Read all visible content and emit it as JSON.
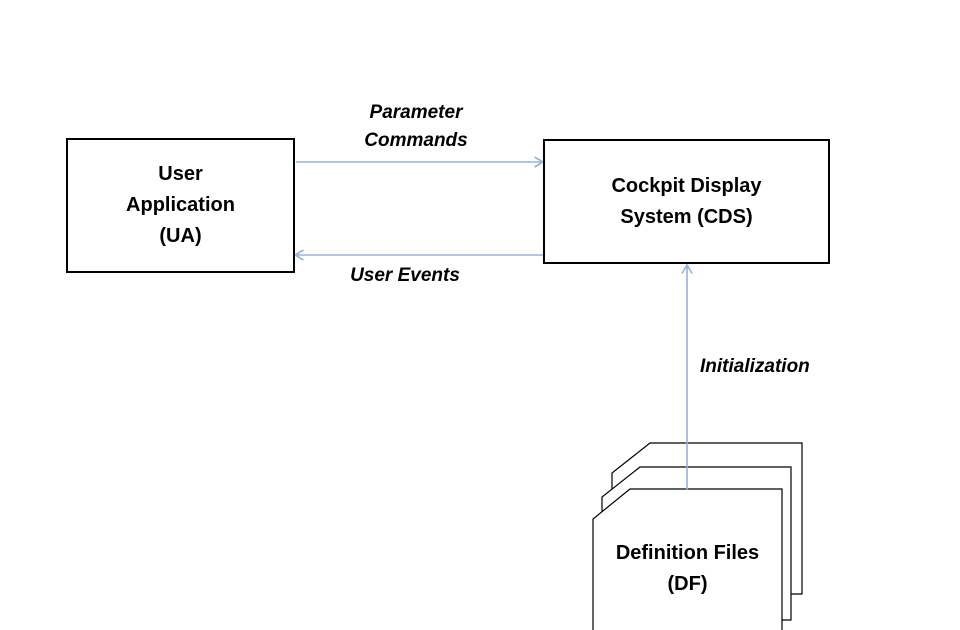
{
  "colors": {
    "background": "#FFFFFF",
    "node_border": "#000000",
    "node_text": "#000000",
    "arrow": "#95B3D7",
    "page_outline": "#000000"
  },
  "nodes": {
    "user_application": {
      "lines": [
        "User",
        "Application",
        "(UA)"
      ]
    },
    "cockpit_display_system": {
      "lines": [
        "Cockpit Display",
        "System (CDS)"
      ]
    },
    "definition_files": {
      "lines": [
        "Definition Files",
        "(DF)"
      ]
    }
  },
  "edges": {
    "parameter_commands": {
      "label_lines": [
        "Parameter",
        "Commands"
      ],
      "from": "User Application (UA)",
      "to": "Cockpit Display System (CDS)"
    },
    "user_events": {
      "label": "User Events",
      "from": "Cockpit Display System (CDS)",
      "to": "User Application (UA)"
    },
    "initialization": {
      "label": "Initialization",
      "from": "Definition Files (DF)",
      "to": "Cockpit Display System (CDS)"
    }
  }
}
